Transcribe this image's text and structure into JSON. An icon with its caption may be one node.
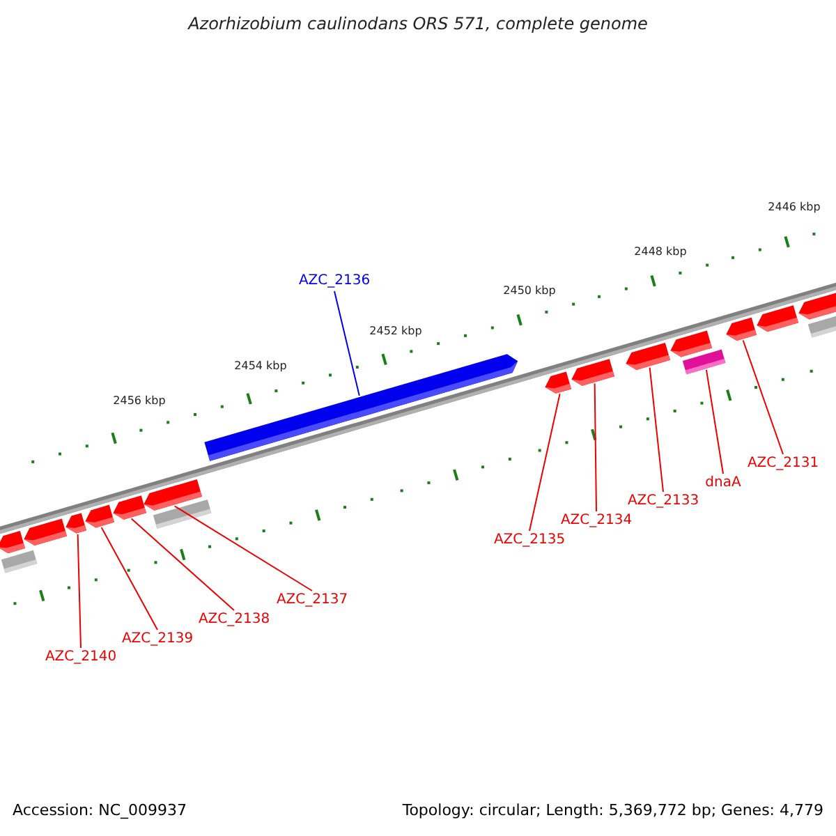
{
  "diagram": {
    "title": "Azorhizobium caulinodans ORS 571, complete genome",
    "nodes": [
      {
        "text": [
          "AZC_2136"
        ]
      },
      {
        "text": [
          "AZC_2131"
        ]
      },
      {
        "text": [
          "dnaA"
        ]
      },
      {
        "text": [
          "AZC_2133"
        ]
      },
      {
        "text": [
          "AZC_2134"
        ]
      },
      {
        "text": [
          "AZC_2135"
        ]
      },
      {
        "text": [
          "AZC_2137"
        ]
      },
      {
        "text": [
          "AZC_2138"
        ]
      },
      {
        "text": [
          "AZC_2139"
        ]
      },
      {
        "text": [
          "AZC_2140"
        ]
      },
      {
        "text": [],
        "shape": "bar"
      },
      {
        "text": [],
        "shape": "bar"
      },
      {
        "text": [],
        "shape": "bar"
      },
      {
        "text": [],
        "shape": "bar"
      },
      {
        "text": [],
        "shape": "bar"
      },
      {
        "text": [],
        "shape": "bar"
      },
      {
        "text": [],
        "shape": "bar"
      },
      {
        "text": [],
        "shape": "bar"
      },
      {
        "text": [],
        "shape": "bar"
      },
      {
        "text": [],
        "shape": "bar"
      },
      {
        "text": [],
        "shape": "bar"
      },
      {
        "text": [],
        "shape": "bar"
      },
      {
        "text": [],
        "shape": "bar"
      },
      {
        "text": [],
        "shape": "bar"
      },
      {
        "text": [],
        "shape": "bar"
      },
      {
        "text": [],
        "shape": "bar"
      },
      {
        "text": [],
        "shape": "bar"
      },
      {
        "text": [],
        "shape": "bar"
      }
    ],
    "edges": [
      {
        "from": 0,
        "to": 18,
        "arrow": "none",
        "color": "#0000ee"
      },
      {
        "from": 1,
        "to": 24,
        "arrow": "none"
      },
      {
        "from": 2,
        "to": 23,
        "arrow": "none"
      },
      {
        "from": 3,
        "to": 21,
        "arrow": "none"
      },
      {
        "from": 4,
        "to": 20,
        "arrow": "none"
      },
      {
        "from": 5,
        "to": 19,
        "arrow": "none"
      },
      {
        "from": 6,
        "to": 16,
        "arrow": "none"
      },
      {
        "from": 7,
        "to": 15,
        "arrow": "none"
      },
      {
        "from": 8,
        "to": 14,
        "arrow": "none"
      },
      {
        "from": 9,
        "to": 13,
        "arrow": "none"
      }
    ],
    "labels": [
      "2446 kbp",
      "2448 kbp",
      "2450 kbp",
      "2452 kbp",
      "2454 kbp",
      "2456 kbp",
      "Accession: NC_009937",
      "Topology: circular; Length: 5,369,772 bp; Genes: 4,779"
    ]
  }
}
